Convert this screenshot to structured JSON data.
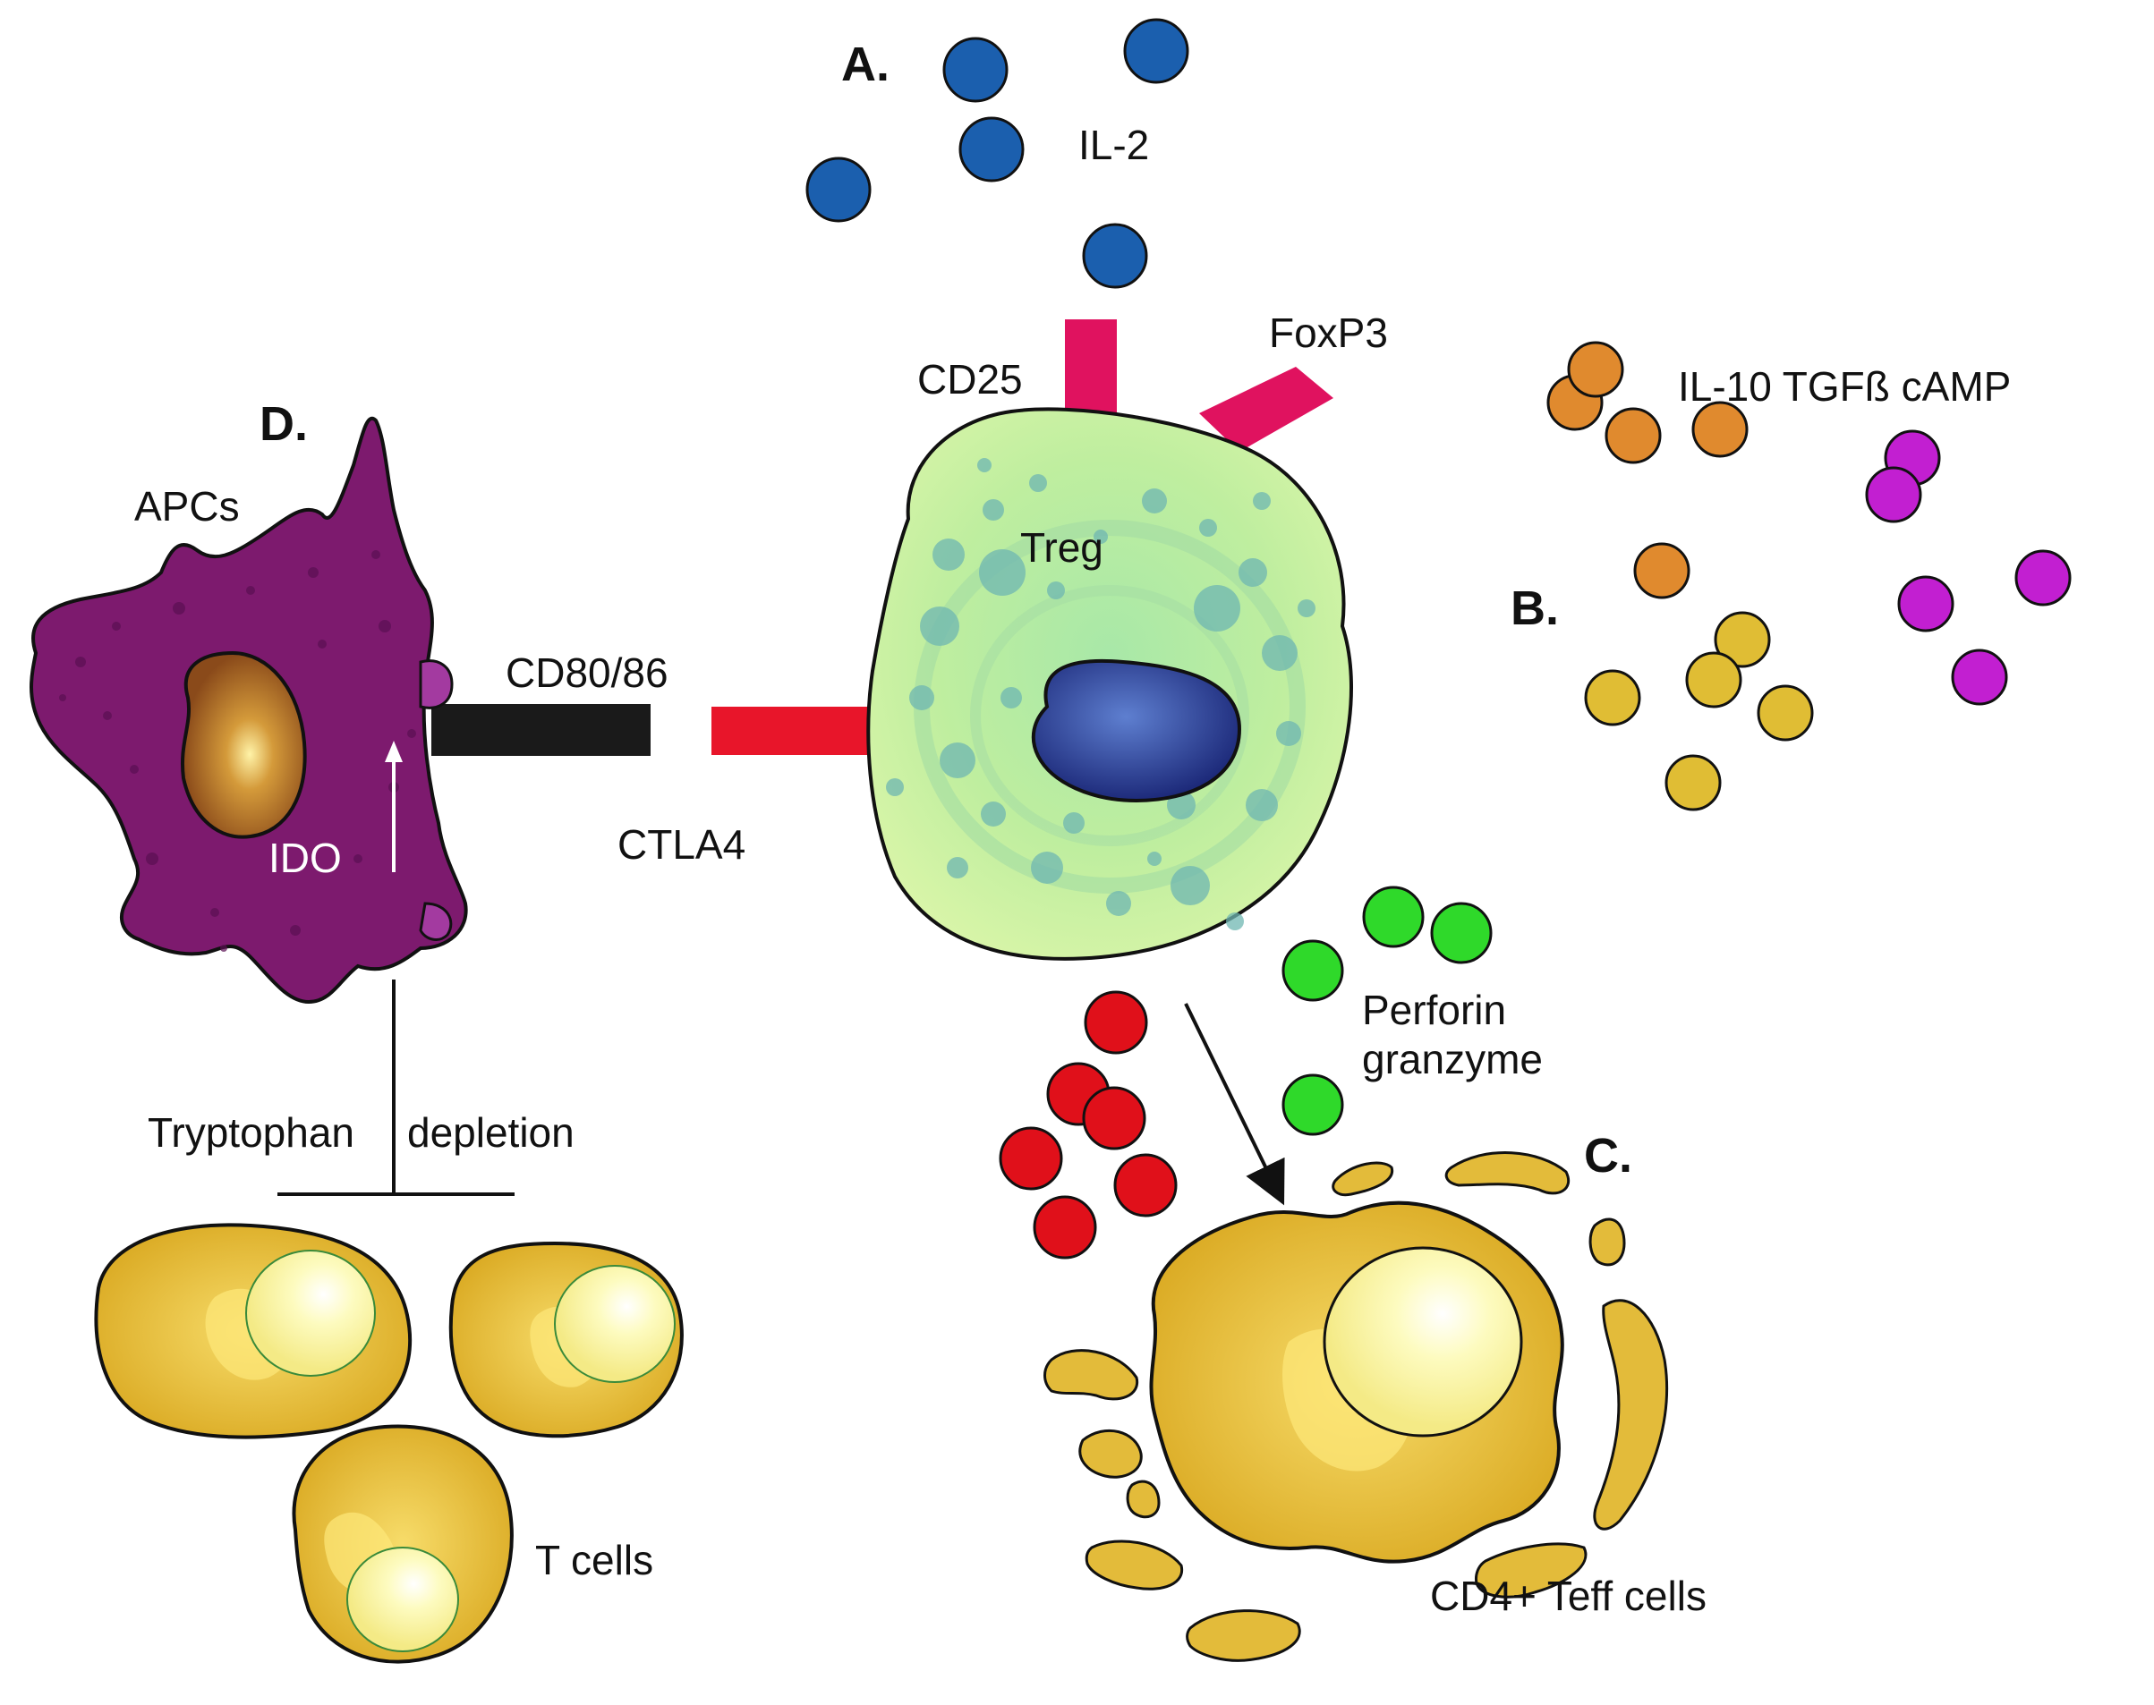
{
  "panels": {
    "a": "A.",
    "b": "B.",
    "c": "C.",
    "d": "D."
  },
  "labels": {
    "il2": "IL-2",
    "cd25": "CD25",
    "foxp3": "FoxP3",
    "il10_tgfb_camp": "IL-10 TGFß cAMP",
    "apcs": "APCs",
    "cd80_86": "CD80/86",
    "ctla4": "CTLA4",
    "treg": "Treg",
    "ido": "IDO",
    "perforin": "Perforin",
    "granzyme": "granzyme",
    "tryptophan": "Tryptophan",
    "depletion": "depletion",
    "t_cells": "T cells",
    "cd4_teff": "CD4+ Teff cells"
  },
  "colors": {
    "il2": "#1b5fae",
    "receptor": "#e0125f",
    "ctla4": "#e8152a",
    "cd80": "#1a1a1a",
    "orange": "#e08a2e",
    "purple": "#c21fd1",
    "gold": "#e0bd34",
    "perforin": "#2fd92a",
    "granzyme": "#e0101a",
    "treg_body": "#c9ef9f",
    "apc_body": "#7d1a6e",
    "tcell_body": "#e9c340"
  }
}
